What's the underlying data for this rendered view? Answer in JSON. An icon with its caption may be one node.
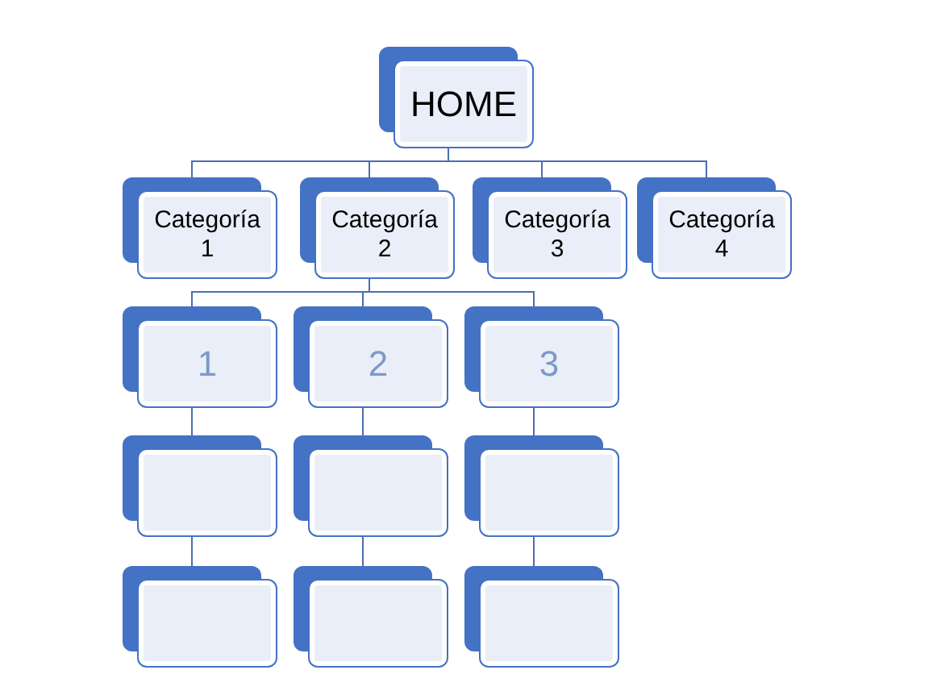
{
  "diagram": {
    "nodes": [
      {
        "text": [
          "HOME"
        ]
      },
      {
        "text": [
          "Categoría 1"
        ]
      },
      {
        "text": [
          "Categoría 2"
        ]
      },
      {
        "text": [
          "Categoría 3"
        ]
      },
      {
        "text": [
          "Categoría 4"
        ]
      },
      {
        "text": [
          "1"
        ]
      },
      {
        "text": [
          "2"
        ]
      },
      {
        "text": [
          "3"
        ]
      },
      {
        "text": [],
        "shape": "box"
      },
      {
        "text": [],
        "shape": "box"
      },
      {
        "text": [],
        "shape": "box"
      },
      {
        "text": [],
        "shape": "box"
      },
      {
        "text": [],
        "shape": "box"
      },
      {
        "text": [],
        "shape": "box"
      }
    ],
    "edges": [
      {
        "from": 0,
        "to": 1,
        "arrow": "none"
      },
      {
        "from": 0,
        "to": 2,
        "arrow": "none"
      },
      {
        "from": 0,
        "to": 3,
        "arrow": "none"
      },
      {
        "from": 0,
        "to": 4,
        "arrow": "none"
      },
      {
        "from": 2,
        "to": 5,
        "arrow": "none"
      },
      {
        "from": 2,
        "to": 6,
        "arrow": "none"
      },
      {
        "from": 2,
        "to": 7,
        "arrow": "none"
      },
      {
        "from": 5,
        "to": 8,
        "arrow": "none"
      },
      {
        "from": 8,
        "to": 11,
        "arrow": "none"
      },
      {
        "from": 6,
        "to": 9,
        "arrow": "none"
      },
      {
        "from": 9,
        "to": 12,
        "arrow": "none"
      },
      {
        "from": 7,
        "to": 10,
        "arrow": "none"
      },
      {
        "from": 10,
        "to": 13,
        "arrow": "none"
      }
    ]
  }
}
